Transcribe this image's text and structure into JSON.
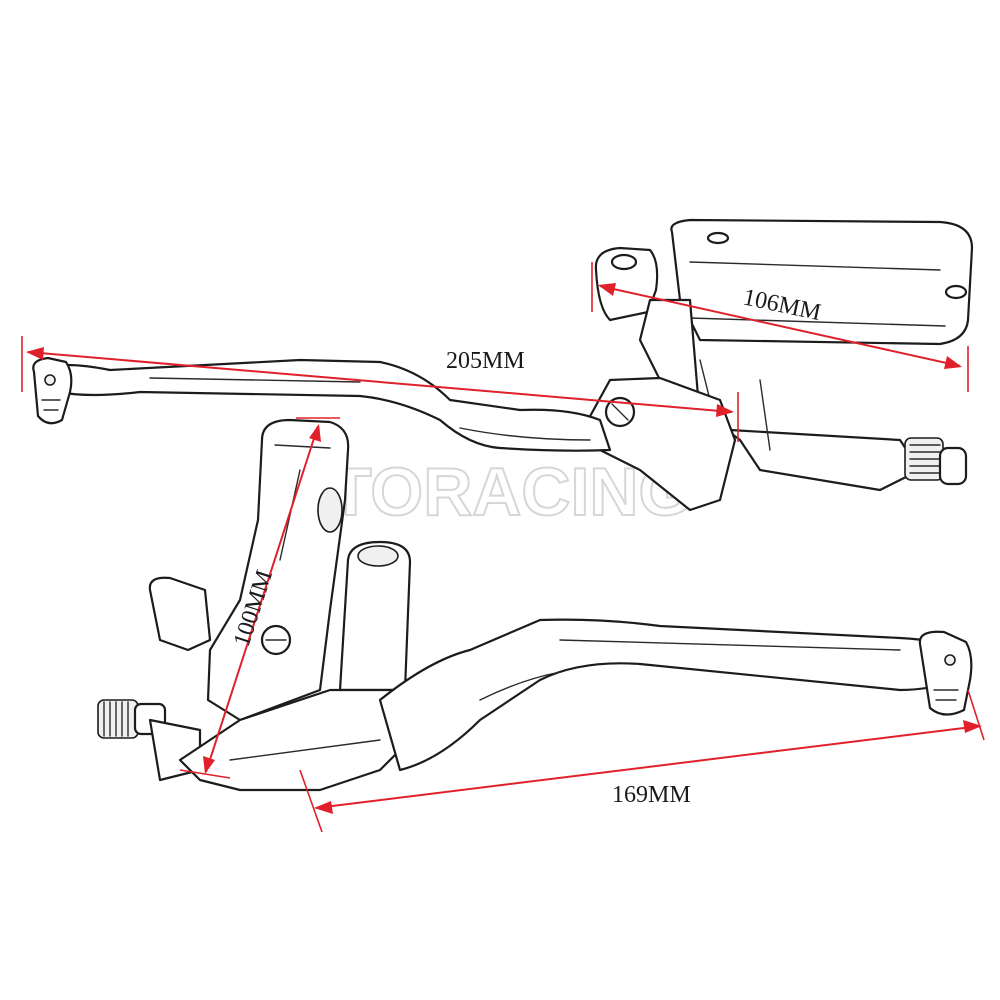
{
  "watermark": "TORACING",
  "dimensions": {
    "reservoir_length": "106MM",
    "brake_lever_length": "205MM",
    "clamp_height": "100MM",
    "clutch_lever_length": "169MM"
  },
  "colors": {
    "dimension_line": "#e0202a",
    "sketch_stroke": "#1c1c1c",
    "background": "#ffffff"
  }
}
